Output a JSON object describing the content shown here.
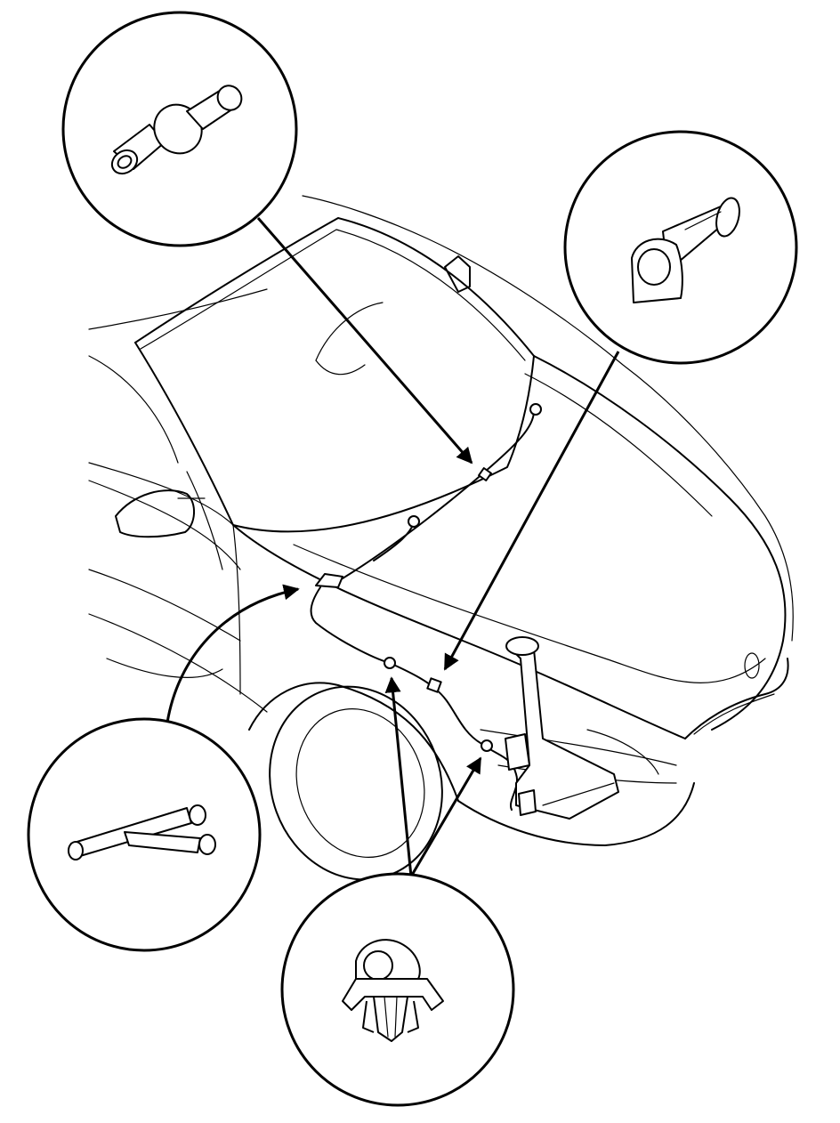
{
  "diagram": {
    "subject": "windshield-washer-hose-routing",
    "callouts": [
      {
        "id": "hose-joint-straight",
        "icon": "straight-hose-joint-icon"
      },
      {
        "id": "hose-clamp-clip",
        "icon": "hose-clamp-clip-icon"
      },
      {
        "id": "hose-joint-y",
        "icon": "y-hose-joint-icon"
      },
      {
        "id": "hose-clip-fastener",
        "icon": "hose-clip-fastener-icon"
      }
    ],
    "colors": {
      "ink": "#000000",
      "paper": "#ffffff"
    }
  }
}
